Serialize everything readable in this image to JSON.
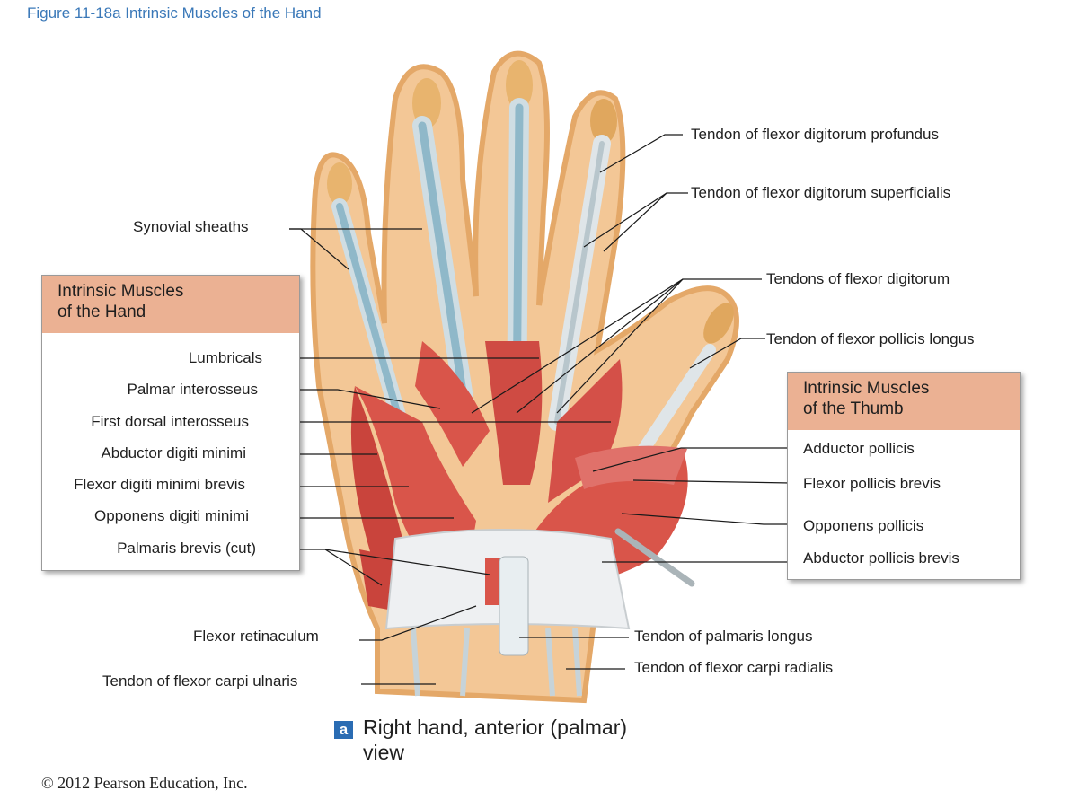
{
  "figure_title": "Figure 11-18a  Intrinsic Muscles of the Hand",
  "left_labels": {
    "synovial_sheaths": "Synovial sheaths",
    "flexor_retinaculum": "Flexor retinaculum",
    "tendon_fcu": "Tendon of flexor carpi ulnaris"
  },
  "hand_box": {
    "heading": [
      "Intrinsic Muscles",
      "of the Hand"
    ],
    "items": [
      "Lumbricals",
      "Palmar interosseus",
      "First dorsal interosseus",
      "Abductor digiti minimi",
      "Flexor digiti minimi brevis",
      "Opponens digiti minimi",
      "Palmaris brevis (cut)"
    ]
  },
  "right_labels": {
    "fdp": "Tendon of flexor digitorum profundus",
    "fds": "Tendon of flexor digitorum superficialis",
    "fd": "Tendons of flexor digitorum",
    "fpl": "Tendon of flexor pollicis longus",
    "palmaris_longus": "Tendon of palmaris longus",
    "fcr": "Tendon of flexor carpi radialis"
  },
  "thumb_box": {
    "heading": [
      "Intrinsic Muscles",
      "of the Thumb"
    ],
    "items": [
      "Adductor pollicis",
      "Flexor pollicis brevis",
      "Opponens pollicis",
      "Abductor pollicis brevis"
    ]
  },
  "view_badge": "a",
  "view_caption": "Right hand, anterior (palmar) view",
  "copyright": "© 2012 Pearson Education, Inc.",
  "colors": {
    "title_blue": "#3a78b8",
    "box_header": "#ebb193",
    "muscle": "#d9554a",
    "skin": "#f2c89a",
    "tendon": "#dfe8ec"
  }
}
